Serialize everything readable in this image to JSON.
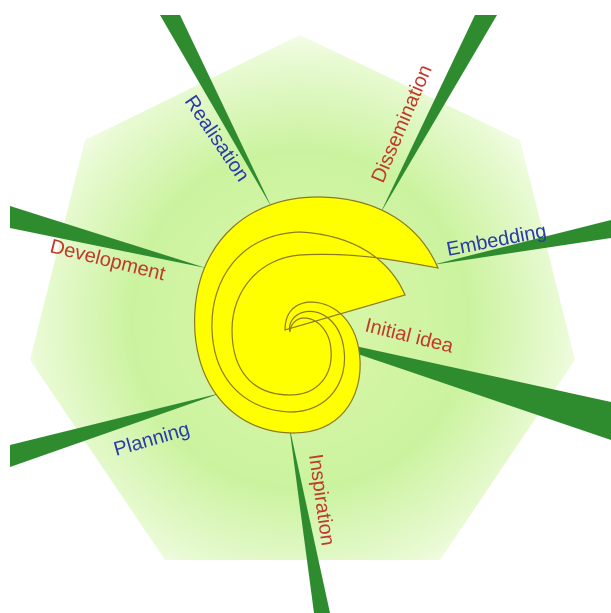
{
  "stages": [
    {
      "key": "initial",
      "label": "Initial idea",
      "color": "#c0392b"
    },
    {
      "key": "inspiration",
      "label": "Inspiration",
      "color": "#c0392b"
    },
    {
      "key": "planning",
      "label": "Planning",
      "color": "#2a3aa8"
    },
    {
      "key": "development",
      "label": "Development",
      "color": "#c0392b"
    },
    {
      "key": "realisation",
      "label": "Realisation",
      "color": "#2a3aa8"
    },
    {
      "key": "dissemination",
      "label": "Dissemination",
      "color": "#c0392b"
    },
    {
      "key": "embedding",
      "label": "Embedding",
      "color": "#2a3aa8"
    }
  ],
  "colors": {
    "spiral_fill": "#ffff00",
    "spiral_stroke": "#8a7a20",
    "glow": "#b8f27a",
    "ray": "#2e8b2e"
  }
}
